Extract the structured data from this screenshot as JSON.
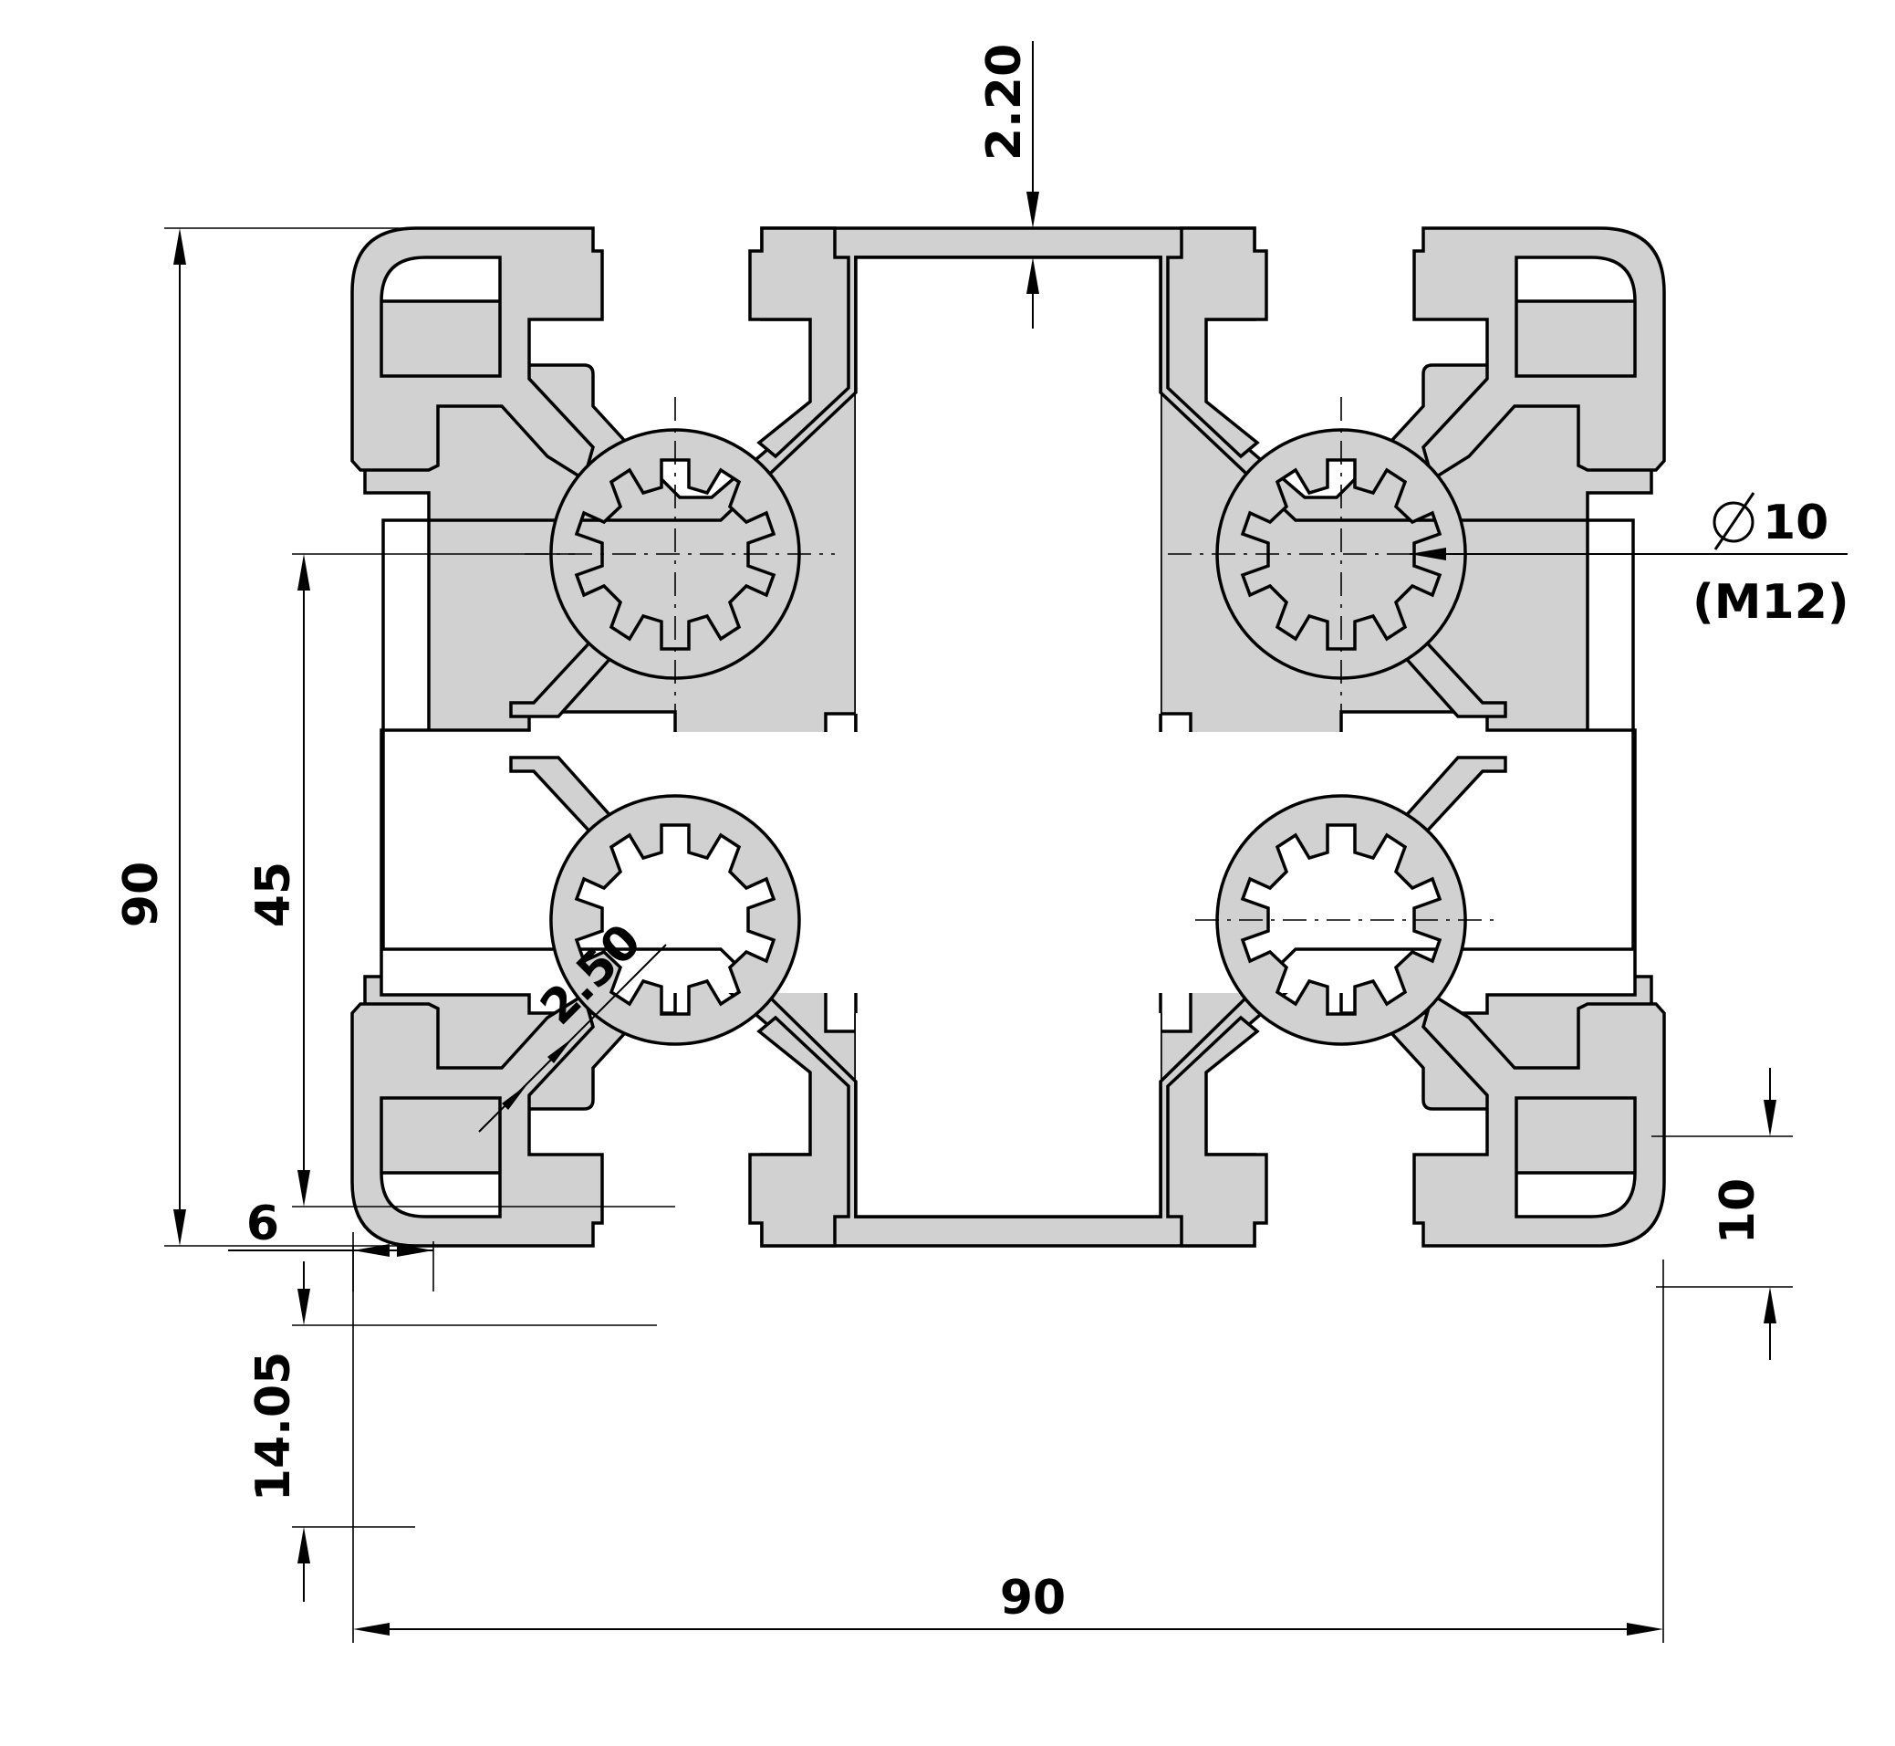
{
  "drawing": {
    "colors": {
      "profile_fill": "#d1d1d1",
      "line": "#000000",
      "background": "#ffffff"
    },
    "dimensions": {
      "overall_height": "90",
      "overall_width": "90",
      "slot_pitch": "45",
      "wall_top": "2.20",
      "wall_diagonal": "2.50",
      "slot_width": "6",
      "edge_offset": "14.05",
      "slot_opening": "10",
      "bore_diameter": "10",
      "thread_size": "(M12)"
    }
  }
}
